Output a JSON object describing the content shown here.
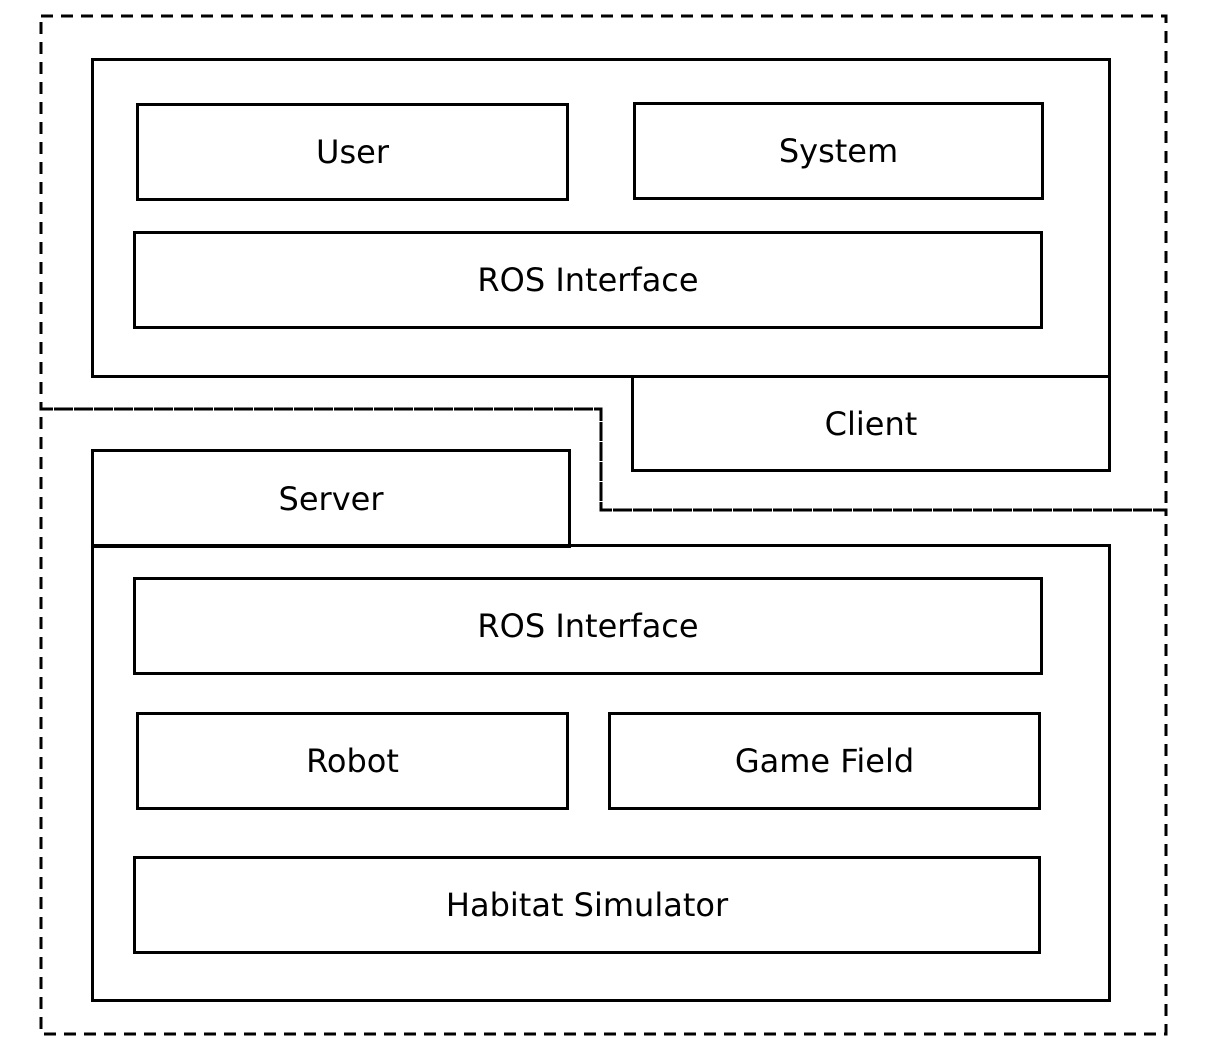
{
  "client_group": {
    "user": "User",
    "system": "System",
    "ros_interface": "ROS Interface",
    "client": "Client"
  },
  "server_group": {
    "server": "Server",
    "ros_interface": "ROS Interface",
    "robot": "Robot",
    "game_field": "Game Field",
    "habitat_simulator": "Habitat Simulator"
  },
  "colors": {
    "line": "#000000",
    "background": "#ffffff"
  }
}
